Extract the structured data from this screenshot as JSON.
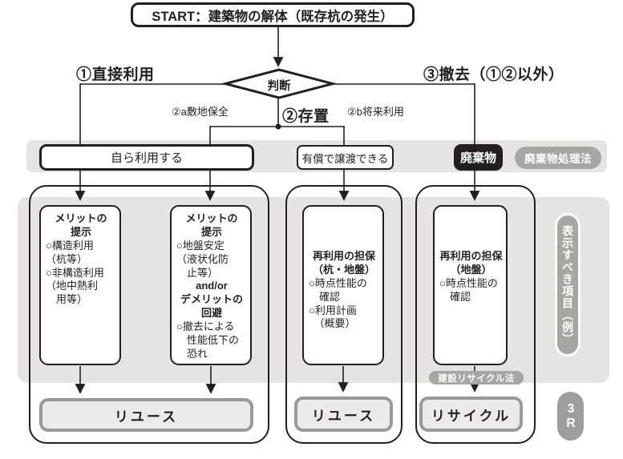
{
  "start": {
    "label": "START：建築物の解体（既存杭の発生）"
  },
  "decision": {
    "label": "判断"
  },
  "branches": {
    "direct_use": "①直接利用",
    "preserve": "②存置",
    "preserve_site": "②a敷地保全",
    "preserve_future": "②b将来利用",
    "removal": "③撤去（①②以外）"
  },
  "band": {
    "self_use": "自ら利用する",
    "paid_transfer": "有償で譲渡できる",
    "waste": "廃棄物",
    "waste_law_badge": "廃棄物処理法"
  },
  "detail_boxes": {
    "merit_structural": {
      "heading": "メリットの\n提示",
      "body": "○構造利用\n（杭等）\n○非構造利用\n（地中熱利\n　用等）"
    },
    "merit_ground": {
      "heading": "メリットの\n提示",
      "body": "○地盤安定\n（液状化防\n　止等）",
      "connector": "and/or",
      "heading2": "デメリットの\n回避",
      "body2": "○撤去による\n　性能低下の\n　恐れ"
    },
    "guarantee_pile_ground": {
      "heading": "再利用の担保\n（杭・地盤）",
      "body": "○時点性能の\n　確認\n○利用計画\n　（概要）"
    },
    "guarantee_ground": {
      "heading": "再利用の担保\n（地盤）",
      "body": "○時点性能の\n　確認"
    }
  },
  "outputs": {
    "reuse_left": "リユース",
    "reuse_middle": "リユース",
    "recycle": "リサイクル"
  },
  "badges": {
    "construction_recycle_law": "建設リサイクル法",
    "display_items": "表示すべき項目（例）",
    "three_r": "3R"
  },
  "colors": {
    "ink": "#231f1f",
    "band_gray": "#e5e4e2",
    "badge_gray": "#a7a6a3",
    "output_fill": "#ecebe9",
    "output_border": "#9a9996"
  }
}
